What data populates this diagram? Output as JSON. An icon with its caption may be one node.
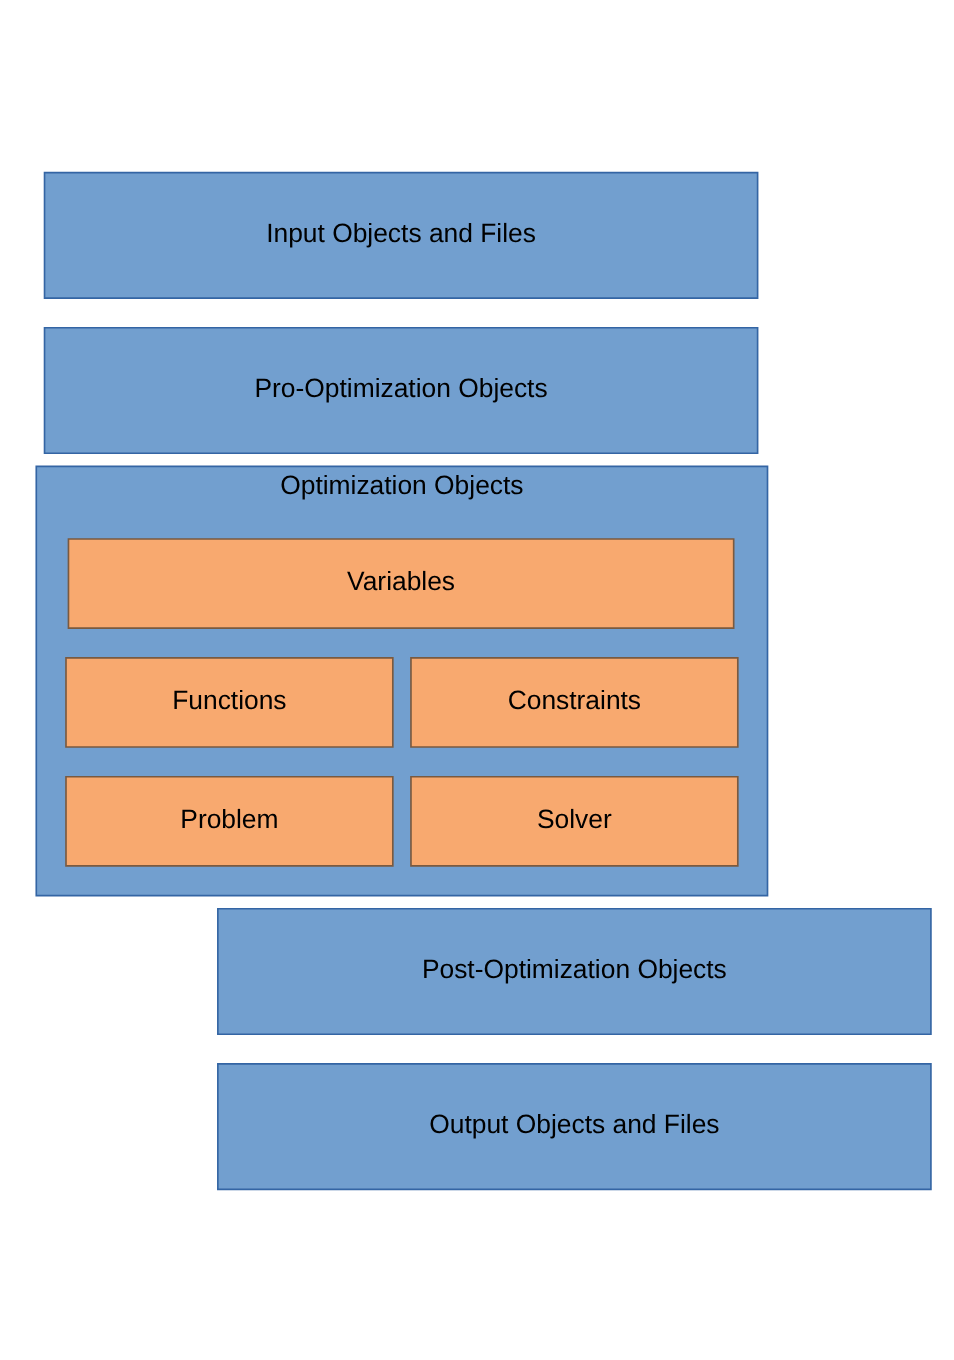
{
  "diagram": {
    "nodes": [
      {
        "text": [
          "Input Objects and Files"
        ]
      },
      {
        "text": [
          "Pro-Optimization Objects"
        ]
      },
      {
        "text": [
          "Optimization Objects"
        ]
      },
      {
        "text": [
          "Variables"
        ],
        "in": 2
      },
      {
        "text": [
          "Functions"
        ],
        "in": 2
      },
      {
        "text": [
          "Constraints"
        ],
        "in": 2
      },
      {
        "text": [
          "Problem"
        ],
        "in": 2
      },
      {
        "text": [
          "Solver"
        ],
        "in": 2
      },
      {
        "text": [
          "Post-Optimization Objects"
        ]
      },
      {
        "text": [
          "Output Objects and Files"
        ]
      }
    ],
    "edges": []
  }
}
